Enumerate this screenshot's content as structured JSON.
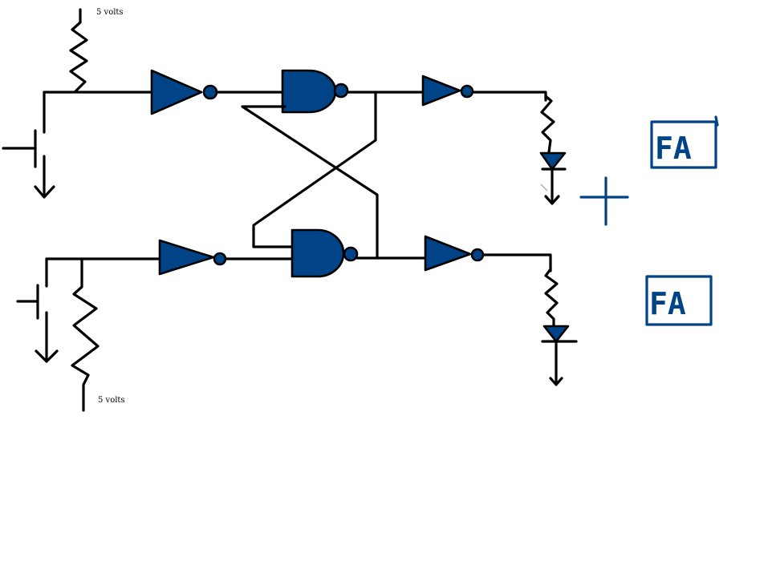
{
  "colors": {
    "gate_fill": "#004487",
    "wire": "#000000",
    "annotation": "#004487",
    "background": "#ffffff"
  },
  "labels": {
    "top_supply": "5 volts",
    "bottom_supply": "5 volts",
    "box_top": "FA",
    "box_bottom": "FA"
  },
  "icons": [
    "resistor-icon",
    "switch-icon",
    "ground-icon",
    "not-gate-icon",
    "nand-gate-icon",
    "led-icon",
    "plus-icon"
  ]
}
